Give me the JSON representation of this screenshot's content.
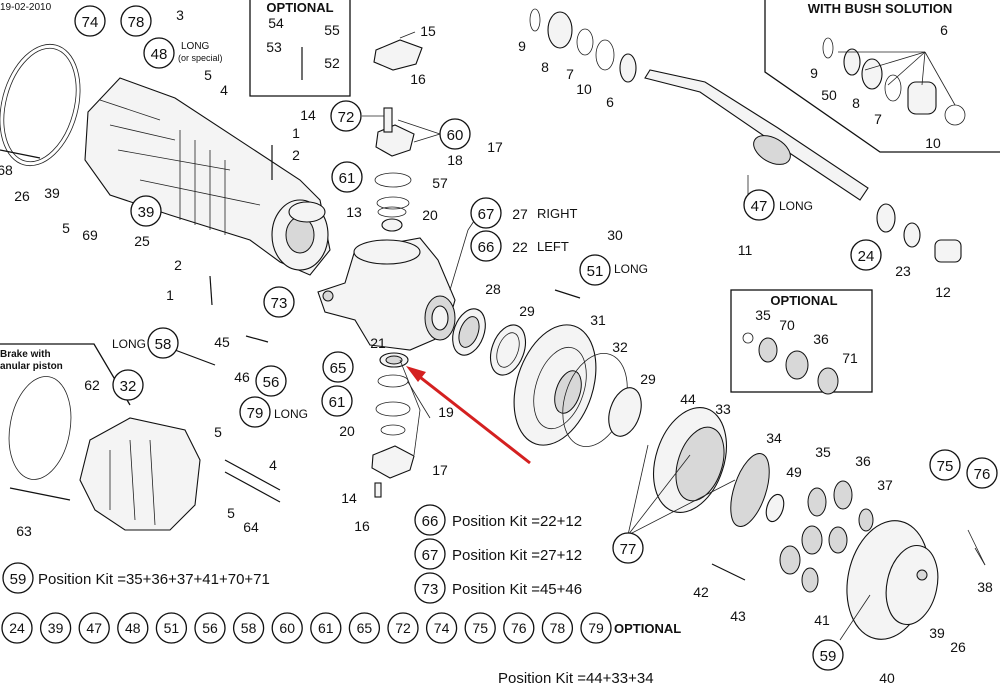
{
  "date": "19-02-2010",
  "boxes": {
    "optional_top": "OPTIONAL",
    "bush": "WITH BUSH SOLUTION",
    "optional_right": "OPTIONAL",
    "brake_line1": "Brake with",
    "brake_line2": "anular piston"
  },
  "text_labels": {
    "long_special1": "LONG",
    "long_special2": "(or special)",
    "long_47": "LONG",
    "long_51": "LONG",
    "long_58": "LONG",
    "long_79": "LONG",
    "right": "RIGHT",
    "left": "LEFT"
  },
  "kits": {
    "k59": "Position Kit =35+36+37+41+70+71",
    "k66": "Position Kit =22+12",
    "k67": "Position Kit =27+12",
    "k73": "Position Kit =45+46",
    "k77": "Position Kit =44+33+34"
  },
  "optional_row": {
    "numbers": [
      "24",
      "39",
      "47",
      "48",
      "51",
      "56",
      "58",
      "60",
      "61",
      "65",
      "72",
      "74",
      "75",
      "76",
      "78",
      "79"
    ],
    "label": "OPTIONAL"
  },
  "circled": {
    "c74": "74",
    "c78": "78",
    "c48": "48",
    "c72": "72",
    "c60": "60",
    "c61a": "61",
    "c67": "67",
    "c66": "66",
    "c47": "47",
    "c24": "24",
    "c51": "51",
    "c39": "39",
    "c73": "73",
    "c58": "58",
    "c56": "56",
    "c79": "79",
    "c65": "65",
    "c61b": "61",
    "c32": "32",
    "c66k": "66",
    "c67k": "67",
    "c73k": "73",
    "c59k": "59",
    "c77": "77",
    "c75": "75",
    "c76": "76",
    "c59": "59"
  },
  "numbers": {
    "n3": "3",
    "n5a": "5",
    "n4a": "4",
    "n1a": "1",
    "n2a": "2",
    "n68": "68",
    "n39": "39",
    "n26a": "26",
    "n5b": "5",
    "n69": "69",
    "n25": "25",
    "n2b": "2",
    "n1b": "1",
    "n45": "45",
    "n46": "46",
    "n54": "54",
    "n55": "55",
    "n53": "53",
    "n52": "52",
    "n15": "15",
    "n16a": "16",
    "n14a": "14",
    "n18": "18",
    "n17a": "17",
    "n57": "57",
    "n13": "13",
    "n20a": "20",
    "n27": "27",
    "n22": "22",
    "n30": "30",
    "n28": "28",
    "n29a": "29",
    "n31": "31",
    "n32": "32",
    "n29b": "29",
    "n44": "44",
    "n33": "33",
    "n21": "21",
    "n19": "19",
    "n20b": "20",
    "n17b": "17",
    "n14b": "14",
    "n16b": "16",
    "n62": "62",
    "n5c": "5",
    "n4b": "4",
    "n5d": "5",
    "n64": "64",
    "n63": "63",
    "n9a": "9",
    "n8a": "8",
    "n7a": "7",
    "n10a": "10",
    "n6a": "6",
    "n11": "11",
    "n6b": "6",
    "n9b": "9",
    "n50": "50",
    "n8b": "8",
    "n7b": "7",
    "n10b": "10",
    "n23": "23",
    "n12": "12",
    "n35a": "35",
    "n70": "70",
    "n36a": "36",
    "n71": "71",
    "n34": "34",
    "n49": "49",
    "n35b": "35",
    "n36b": "36",
    "n37": "37",
    "n42": "42",
    "n43": "43",
    "n41": "41",
    "n39b": "39",
    "n26b": "26",
    "n38": "38",
    "n40": "40"
  },
  "accent_color": "#d42020"
}
